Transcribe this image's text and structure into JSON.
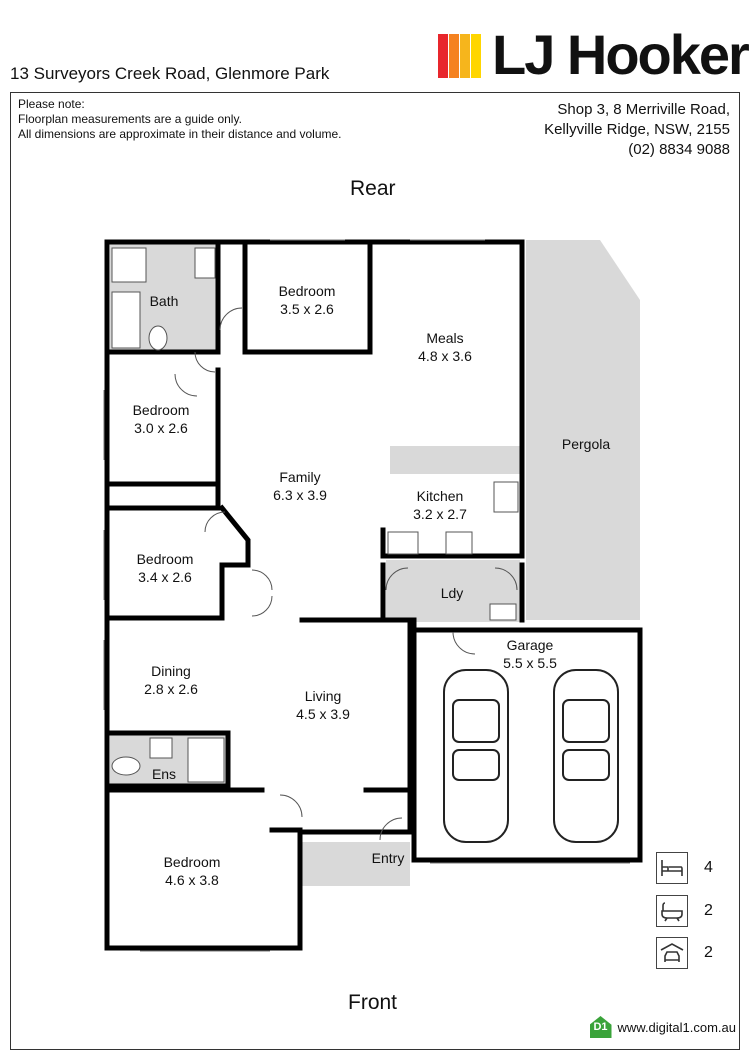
{
  "listing": {
    "address": "13 Surveyors Creek Road, Glenmore Park",
    "note_lines": [
      "Please note:",
      "Floorplan measurements are a guide only.",
      "All dimensions are approximate in their distance and volume."
    ],
    "office_lines": [
      "Shop 3, 8 Merriville Road,",
      "Kellyville Ridge, NSW, 2155",
      "(02) 8834 9088"
    ]
  },
  "brand": {
    "name": "LJ Hooker",
    "colors": [
      "#e8262c",
      "#f58220",
      "#f6b51c",
      "#ffd600"
    ]
  },
  "compass": {
    "rear": "Rear",
    "front": "Front"
  },
  "rooms": [
    {
      "id": "bath",
      "name": "Bath",
      "size": ""
    },
    {
      "id": "bedroom-1",
      "name": "Bedroom",
      "size": "3.5 x 2.6"
    },
    {
      "id": "meals",
      "name": "Meals",
      "size": "4.8 x 3.6"
    },
    {
      "id": "bedroom-2",
      "name": "Bedroom",
      "size": "3.0 x 2.6"
    },
    {
      "id": "family",
      "name": "Family",
      "size": "6.3 x 3.9"
    },
    {
      "id": "pergola",
      "name": "Pergola",
      "size": ""
    },
    {
      "id": "kitchen",
      "name": "Kitchen",
      "size": "3.2 x 2.7"
    },
    {
      "id": "bedroom-3",
      "name": "Bedroom",
      "size": "3.4 x 2.6"
    },
    {
      "id": "laundry",
      "name": "Ldy",
      "size": ""
    },
    {
      "id": "garage",
      "name": "Garage",
      "size": "5.5 x 5.5"
    },
    {
      "id": "dining",
      "name": "Dining",
      "size": "2.8 x 2.6"
    },
    {
      "id": "living",
      "name": "Living",
      "size": "4.5 x 3.9"
    },
    {
      "id": "ensuite",
      "name": "Ens",
      "size": ""
    },
    {
      "id": "main-bedroom",
      "name": "Bedroom",
      "size": "4.6 x 3.8"
    },
    {
      "id": "entry",
      "name": "Entry",
      "size": ""
    }
  ],
  "features": [
    {
      "icon": "bed-icon",
      "count": "4"
    },
    {
      "icon": "bathtub-icon",
      "count": "2"
    },
    {
      "icon": "garage-car-icon",
      "count": "2"
    }
  ],
  "watermark": {
    "badge": "D1",
    "url": "www.digital1.com.au"
  }
}
